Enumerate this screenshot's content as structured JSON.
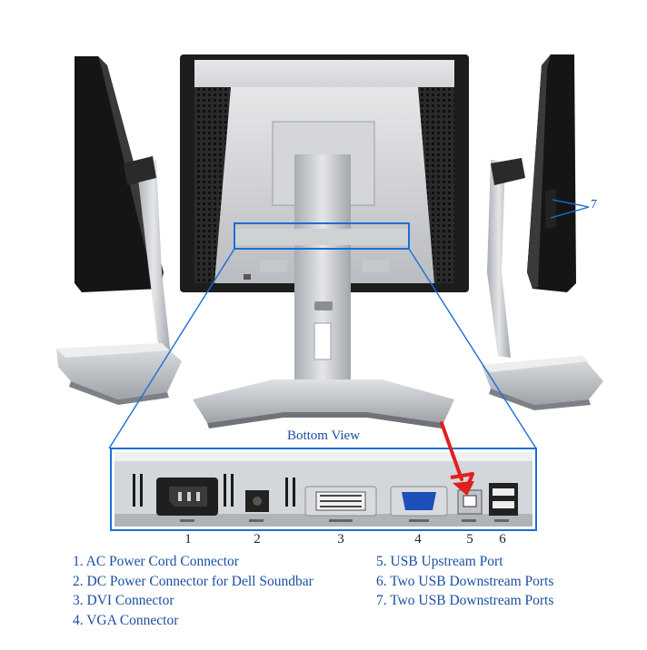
{
  "diagram": {
    "bottom_view_title": "Bottom View",
    "port_numbers": [
      "1",
      "2",
      "3",
      "4",
      "5",
      "6"
    ],
    "side_callout": "7",
    "legend_left": [
      "1. AC Power Cord Connector",
      "2. DC Power Connector for Dell Soundbar",
      "3. DVI Connector",
      "4. VGA Connector"
    ],
    "legend_right": [
      "5. USB Upstream Port",
      "6. Two USB Downstream Ports",
      "7. Two USB Downstream Ports"
    ],
    "colors": {
      "callout_blue": "#1a6fd6",
      "legend_text": "#1a4fa0",
      "arrow_red": "#e0201c",
      "bezel": "#1b1b1b",
      "silver": "#c9ccd0"
    }
  }
}
